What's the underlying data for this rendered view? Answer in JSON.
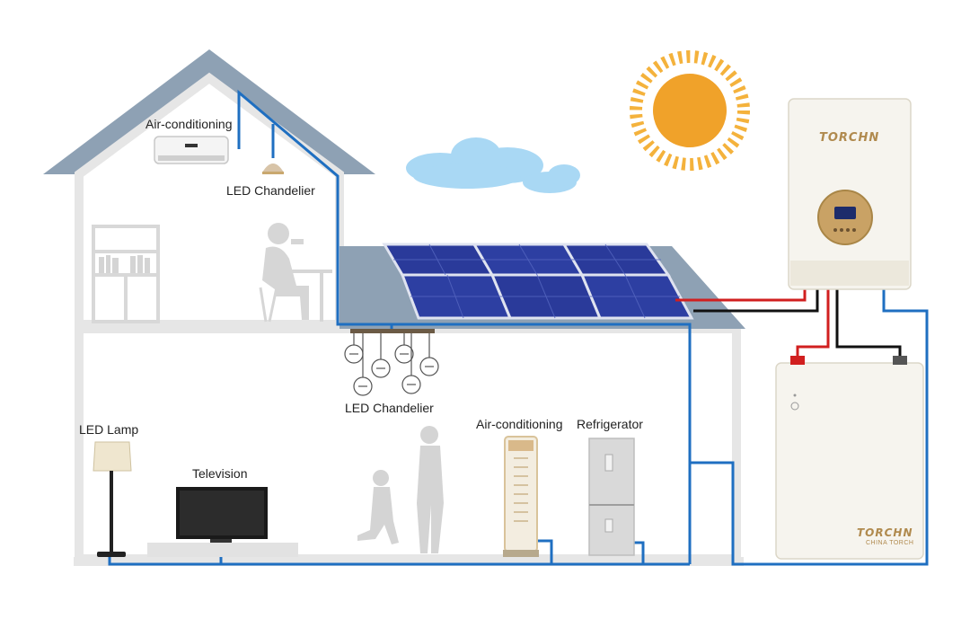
{
  "labels": {
    "ac_upstairs": "Air-conditioning",
    "chandelier_upstairs": "LED Chandelier",
    "chandelier_downstairs": "LED Chandelier",
    "led_lamp": "LED Lamp",
    "television": "Television",
    "ac_downstairs": "Air-conditioning",
    "refrigerator": "Refrigerator"
  },
  "inverter": {
    "brand": "TORCHN"
  },
  "battery": {
    "brand": "TORCHN",
    "subbrand": "CHINA TORCH"
  },
  "colors": {
    "house": "#e6e6e6",
    "roof": "#8ea1b4",
    "wire_blue": "#1f6fc1",
    "wire_red": "#d11f1f",
    "wire_black": "#111111",
    "panel": "#2a3a9a",
    "sun": "#f0a22a",
    "cloud": "#8ec9ee",
    "gold": "#c9a265"
  }
}
